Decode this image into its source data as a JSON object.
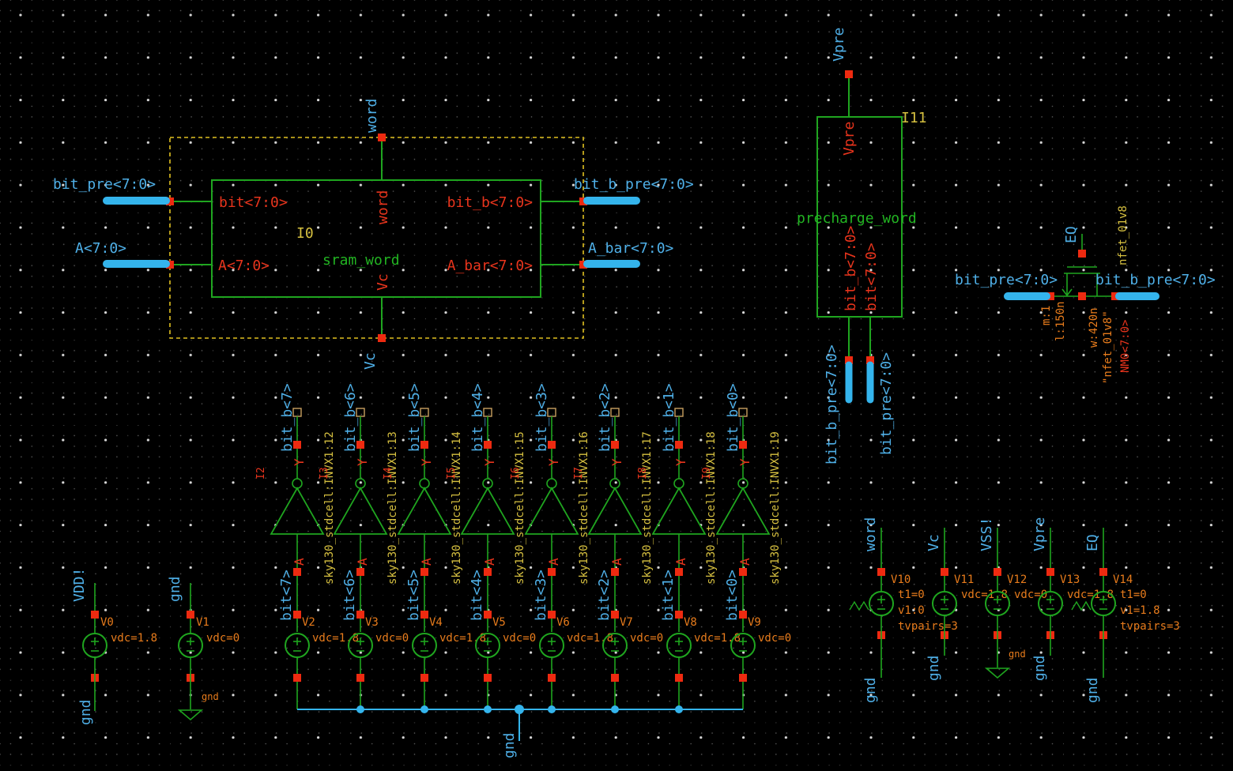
{
  "sram": {
    "instance": "I0",
    "cell": "sram_word",
    "top_net": "word",
    "bottom_net": "Vc",
    "pins": {
      "word": "word",
      "vc": "Vc",
      "bit": "bit<7:0>",
      "a": "A<7:0>",
      "bit_b": "bit_b<7:0>",
      "a_bar": "A_bar<7:0>"
    },
    "nets": {
      "bit_pre": "bit_pre<7:0>",
      "a": "A<7:0>",
      "bit_b_pre": "bit_b_pre<7:0>",
      "a_bar": "A_bar<7:0>"
    }
  },
  "precharge": {
    "instance": "I11",
    "cell": "precharge_word",
    "top_net": "Vpre",
    "pins": {
      "vpre": "Vpre",
      "bit_b": "bit_b<7:0>",
      "bit": "bit<7:0>"
    },
    "nets": {
      "bit_b_pre": "bit_b_pre<7:0>",
      "bit_pre": "bit_pre<7:0>"
    }
  },
  "nmos": {
    "gate_net": "EQ",
    "left_net": "bit_pre<7:0>",
    "right_net": "bit_b_pre<7:0>",
    "model": "nfet_01v8",
    "params": [
      "m:1",
      "l:150n",
      "w:420n",
      "\"nfet_01v8\"",
      "NM0<7:0>"
    ]
  },
  "inverters": [
    {
      "inst": "I2",
      "cell": "sky130_stdcell:INVX1:12",
      "out": "bit_b<7>",
      "in": "bit<7>",
      "src": "V2",
      "vdc": "vdc=1.8",
      "pin_y": "Y",
      "pin_a": "A"
    },
    {
      "inst": "I3",
      "cell": "sky130_stdcell:INVX1:13",
      "out": "bit_b<6>",
      "in": "bit<6>",
      "src": "V3",
      "vdc": "vdc=0",
      "pin_y": "Y",
      "pin_a": "A"
    },
    {
      "inst": "I4",
      "cell": "sky130_stdcell:INVX1:14",
      "out": "bit_b<5>",
      "in": "bit<5>",
      "src": "V4",
      "vdc": "vdc=1.8",
      "pin_y": "Y",
      "pin_a": "A"
    },
    {
      "inst": "I5",
      "cell": "sky130_stdcell:INVX1:15",
      "out": "bit_b<4>",
      "in": "bit<4>",
      "src": "V5",
      "vdc": "vdc=0",
      "pin_y": "Y",
      "pin_a": "A"
    },
    {
      "inst": "I6",
      "cell": "sky130_stdcell:INVX1:16",
      "out": "bit_b<3>",
      "in": "bit<3>",
      "src": "V6",
      "vdc": "vdc=1.8",
      "pin_y": "Y",
      "pin_a": "A"
    },
    {
      "inst": "I7",
      "cell": "sky130_stdcell:INVX1:17",
      "out": "bit_b<2>",
      "in": "bit<2>",
      "src": "V7",
      "vdc": "vdc=0",
      "pin_y": "Y",
      "pin_a": "A"
    },
    {
      "inst": "I8",
      "cell": "sky130_stdcell:INVX1:18",
      "out": "bit_b<1>",
      "in": "bit<1>",
      "src": "V8",
      "vdc": "vdc=1.8",
      "pin_y": "Y",
      "pin_a": "A"
    },
    {
      "inst": "I9",
      "cell": "sky130_stdcell:INVX1:19",
      "out": "bit_b<0>",
      "in": "bit<0>",
      "src": "V9",
      "vdc": "vdc=0",
      "pin_y": "Y",
      "pin_a": "A"
    }
  ],
  "gnd_bus_net": "gnd",
  "supplies": [
    {
      "name": "V0",
      "top": "VDD!",
      "bottom": "gnd",
      "params": [
        "vdc=1.8"
      ]
    },
    {
      "name": "V1",
      "top": "gnd",
      "bottom": "gnd",
      "params": [
        "vdc=0"
      ]
    }
  ],
  "sources": [
    {
      "name": "V10",
      "top": "word",
      "bottom": "gnd",
      "params": [
        "t1=0",
        "v1:0",
        "tvpairs=3"
      ]
    },
    {
      "name": "V11",
      "top": "Vc",
      "bottom": "gnd",
      "params": [
        "vdc=1.8"
      ]
    },
    {
      "name": "V12",
      "top": "VSS!",
      "bottom": "gnd",
      "params": [
        "vdc=0"
      ]
    },
    {
      "name": "V13",
      "top": "Vpre",
      "bottom": "gnd",
      "params": [
        "vdc=1.8"
      ]
    },
    {
      "name": "V14",
      "top": "EQ",
      "bottom": "gnd",
      "params": [
        "t1=0",
        "v1=1.8",
        "tvpairs=3"
      ]
    }
  ]
}
